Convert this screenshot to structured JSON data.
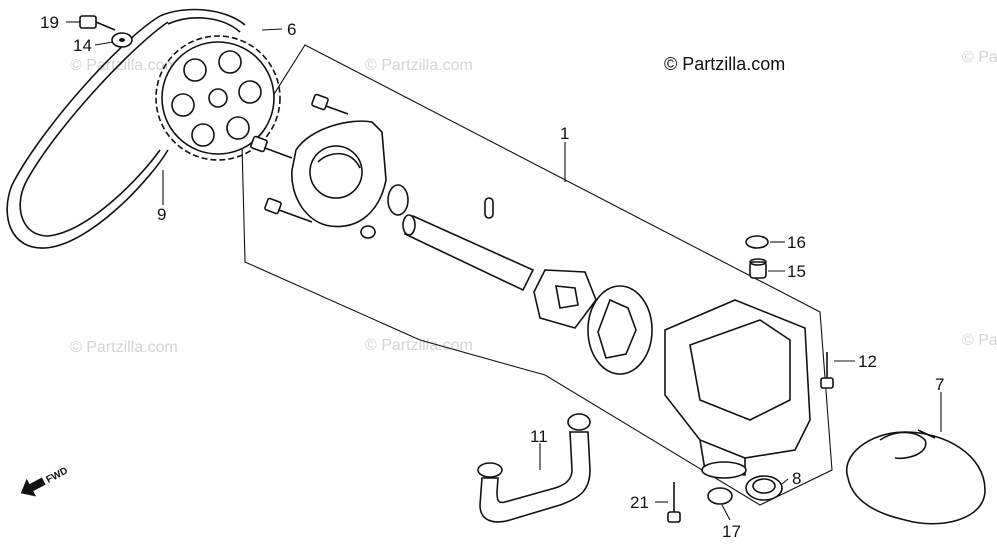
{
  "copyright": "© Partzilla.com",
  "watermark": "© Partzilla.com",
  "direction": "FWD",
  "callouts": [
    {
      "id": "19",
      "text": "19"
    },
    {
      "id": "14",
      "text": "14"
    },
    {
      "id": "6",
      "text": "6"
    },
    {
      "id": "1",
      "text": "1"
    },
    {
      "id": "9",
      "text": "9"
    },
    {
      "id": "16",
      "text": "16"
    },
    {
      "id": "15",
      "text": "15"
    },
    {
      "id": "12",
      "text": "12"
    },
    {
      "id": "7",
      "text": "7"
    },
    {
      "id": "11",
      "text": "11"
    },
    {
      "id": "8",
      "text": "8"
    },
    {
      "id": "21",
      "text": "21"
    },
    {
      "id": "17",
      "text": "17"
    }
  ]
}
